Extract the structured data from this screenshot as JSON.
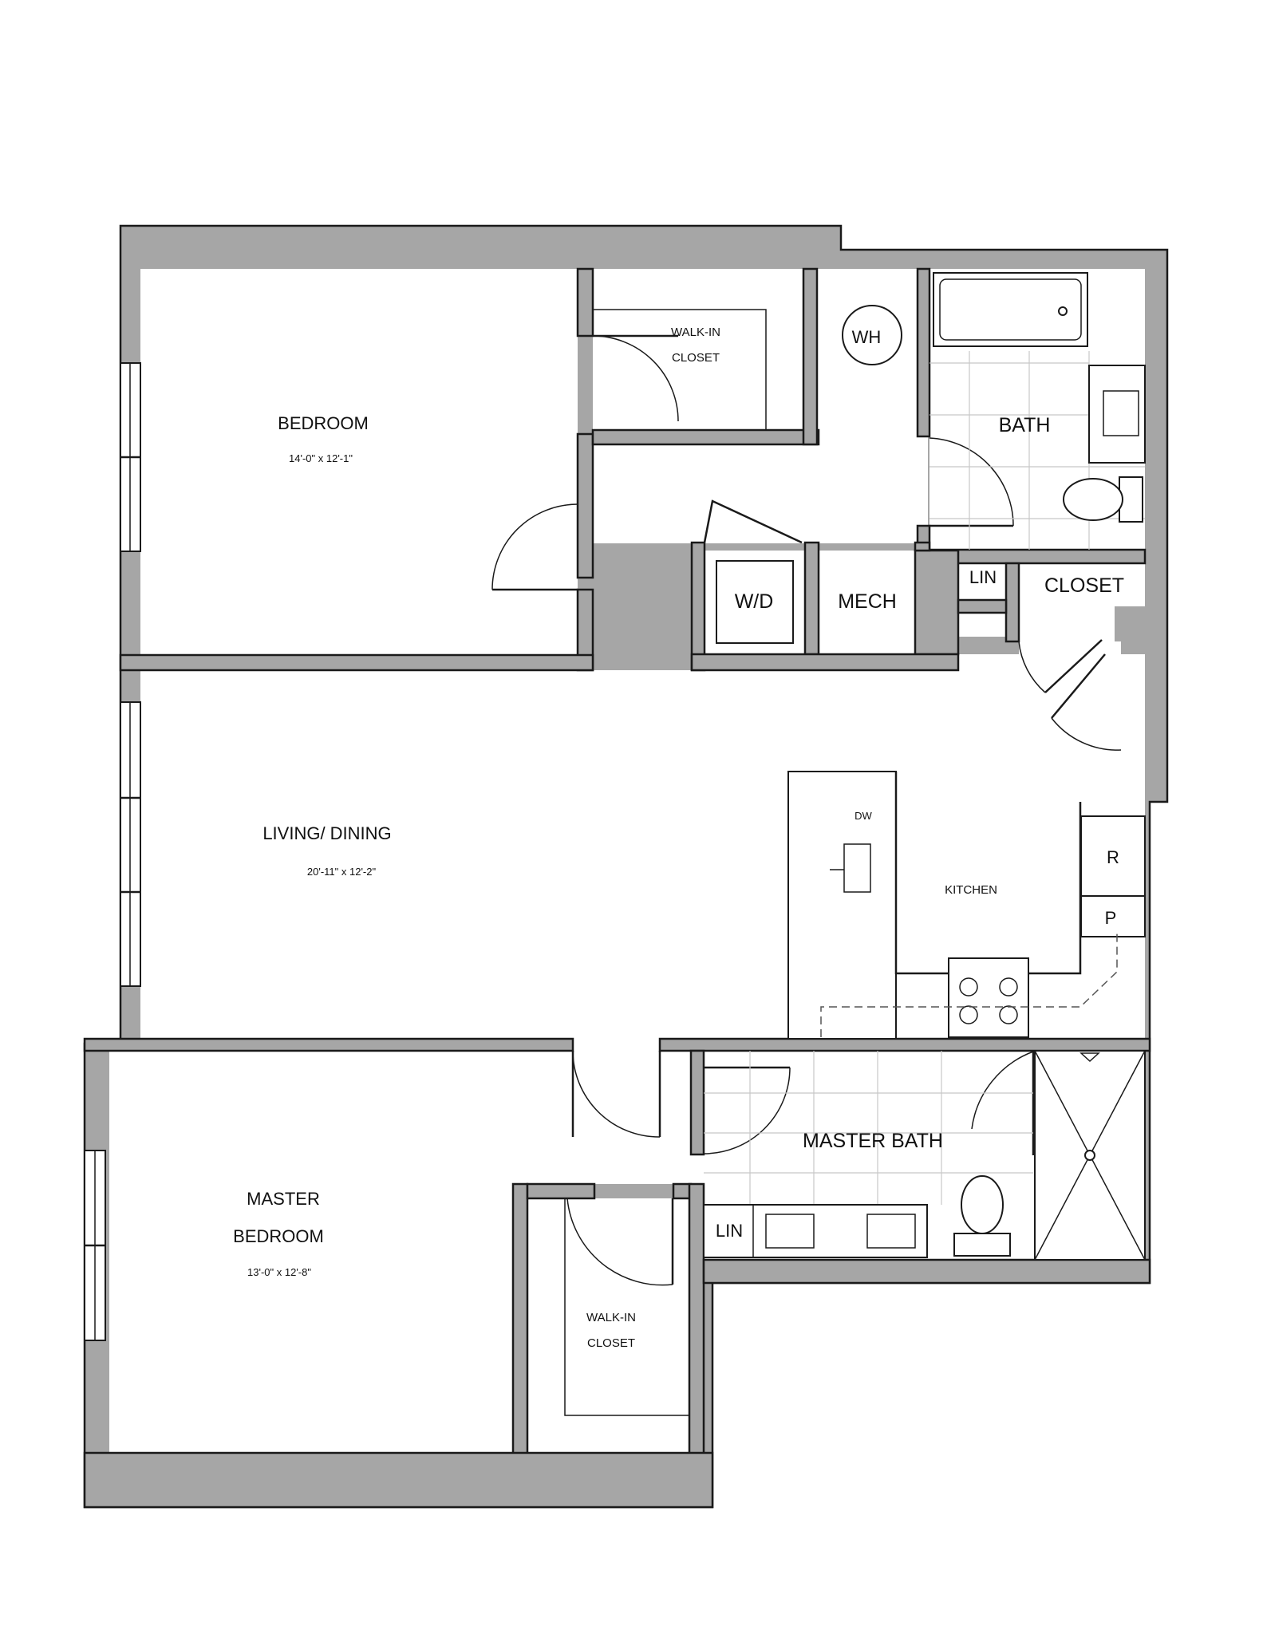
{
  "rooms": {
    "bedroom": {
      "name": "BEDROOM",
      "dims": "14'-0\" x 12'-1\""
    },
    "walkin_closet_1": {
      "line1": "WALK-IN",
      "line2": "CLOSET"
    },
    "wh": "WH",
    "bath": "BATH",
    "wd": "W/D",
    "mech": "MECH",
    "lin_1": "LIN",
    "closet": "CLOSET",
    "living": {
      "name": "LIVING/ DINING",
      "dims": "20'-11\" x 12'-2\""
    },
    "dw": "DW",
    "kitchen": "KITCHEN",
    "refrigerator": "R",
    "pantry": "P",
    "master_bath": "MASTER BATH",
    "lin_2": "LIN",
    "master_bedroom": {
      "line1": "MASTER",
      "line2": "BEDROOM",
      "dims": "13'-0\" x 12'-8\""
    },
    "walkin_closet_2": {
      "line1": "WALK-IN",
      "line2": "CLOSET"
    }
  }
}
